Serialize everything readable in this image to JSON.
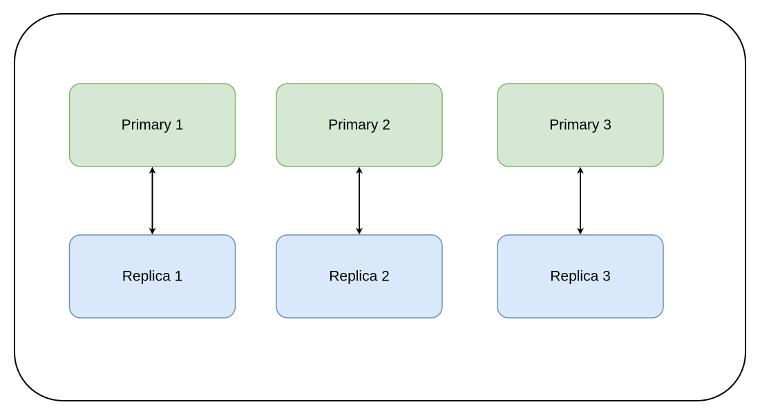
{
  "colors": {
    "background": "#ffffff",
    "container_border": "#000000",
    "primary_fill": "#d5e8d4",
    "primary_border": "#82b366",
    "replica_fill": "#dae8fc",
    "replica_border": "#6c8ebf",
    "arrow": "#000000"
  },
  "pairs": [
    {
      "primary": {
        "label": "Primary 1"
      },
      "replica": {
        "label": "Replica 1"
      },
      "link": {
        "direction": "bidirectional"
      }
    },
    {
      "primary": {
        "label": "Primary 2"
      },
      "replica": {
        "label": "Replica 2"
      },
      "link": {
        "direction": "bidirectional"
      }
    },
    {
      "primary": {
        "label": "Primary 3"
      },
      "replica": {
        "label": "Replica 3"
      },
      "link": {
        "direction": "bidirectional"
      }
    }
  ]
}
